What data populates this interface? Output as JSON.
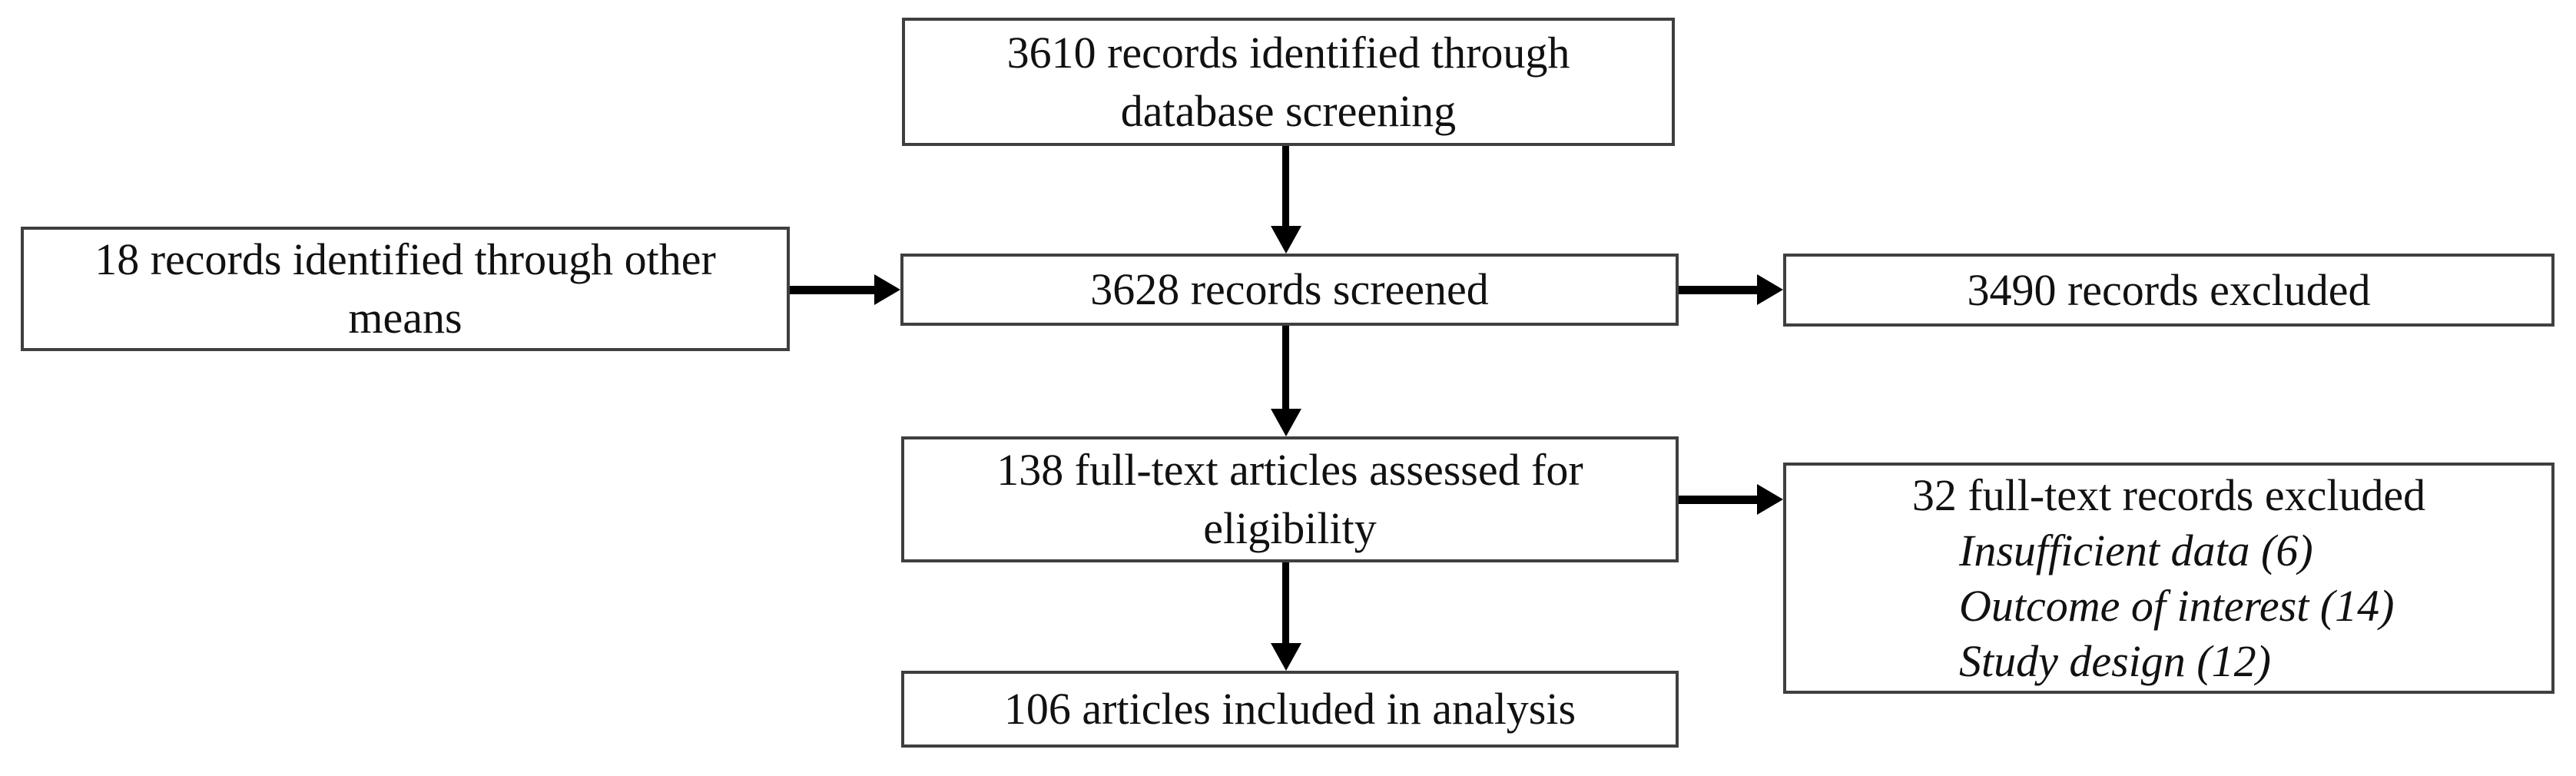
{
  "flow": {
    "boxes": {
      "identified_db": {
        "lines": [
          "3610 records identified through",
          "database screening"
        ]
      },
      "identified_other": {
        "lines": [
          "18 records identified through other",
          "means"
        ]
      },
      "screened": {
        "text": "3628 records screened"
      },
      "excluded_screening": {
        "text": "3490 records excluded"
      },
      "fulltext_assessed": {
        "lines": [
          "138 full-text articles assessed for",
          "eligibility"
        ]
      },
      "fulltext_excluded": {
        "title": "32 full-text records excluded",
        "reasons": [
          "Insufficient data (6)",
          "Outcome of interest (14)",
          "Study design (12)"
        ]
      },
      "included": {
        "text": "106 articles included in analysis"
      }
    },
    "edges": [
      {
        "from": "identified_db",
        "to": "screened"
      },
      {
        "from": "identified_other",
        "to": "screened"
      },
      {
        "from": "screened",
        "to": "excluded_screening"
      },
      {
        "from": "screened",
        "to": "fulltext_assessed"
      },
      {
        "from": "fulltext_assessed",
        "to": "fulltext_excluded"
      },
      {
        "from": "fulltext_assessed",
        "to": "included"
      }
    ],
    "colors": {
      "background": "#ffffff",
      "box_fill": "#ffffff",
      "box_border": "#3f3f3f",
      "arrow": "#000000",
      "text": "#111111"
    }
  }
}
